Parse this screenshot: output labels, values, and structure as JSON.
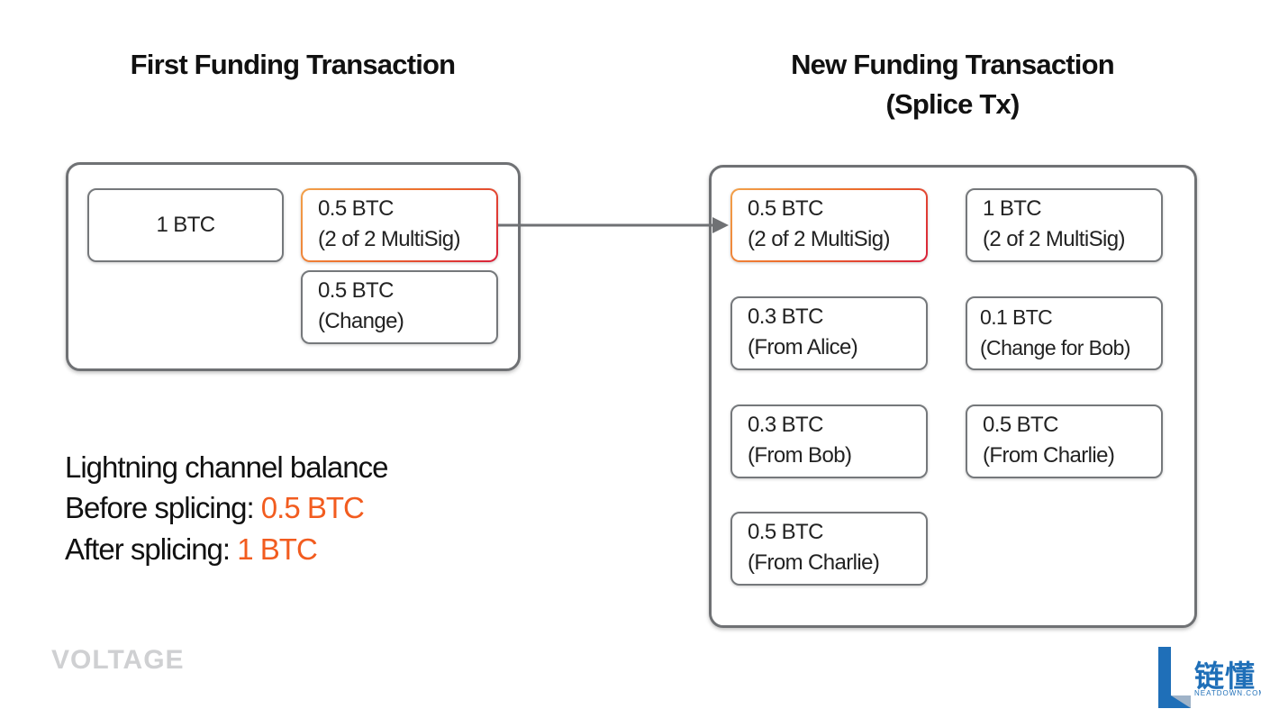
{
  "titles": {
    "left": "First Funding Transaction",
    "right_line1": "New Funding Transaction",
    "right_line2": "(Splice Tx)"
  },
  "first_tx": {
    "input": "1 BTC",
    "outputs": [
      {
        "amount": "0.5 BTC",
        "label": "(2 of 2 MultiSig)"
      },
      {
        "amount": "0.5 BTC",
        "label": "(Change)"
      }
    ]
  },
  "splice_tx": {
    "inputs": [
      {
        "amount": "0.5 BTC",
        "label": "(2 of 2 MultiSig)"
      },
      {
        "amount": "0.3 BTC",
        "label": "(From Alice)"
      },
      {
        "amount": "0.3 BTC",
        "label": "(From Bob)"
      },
      {
        "amount": "0.5 BTC",
        "label": "(From Charlie)"
      }
    ],
    "outputs": [
      {
        "amount": "1 BTC",
        "label": "(2 of 2 MultiSig)"
      },
      {
        "amount": "0.1 BTC",
        "label": "(Change for Bob)"
      },
      {
        "amount": "0.5 BTC",
        "label": "(From Charlie)"
      }
    ]
  },
  "balance": {
    "heading": "Lightning channel balance",
    "before_label": "Before splicing:",
    "before_value": "0.5 BTC",
    "after_label": "After splicing:",
    "after_value": "1 BTC"
  },
  "logos": {
    "voltage": "VOLTAGE",
    "neatdown_cn": "链懂",
    "neatdown_en": "NEATDOWN.COM"
  },
  "colors": {
    "accent": "#f25c1f",
    "border": "#6f7174",
    "neatdown_blue": "#1f6fb8"
  }
}
